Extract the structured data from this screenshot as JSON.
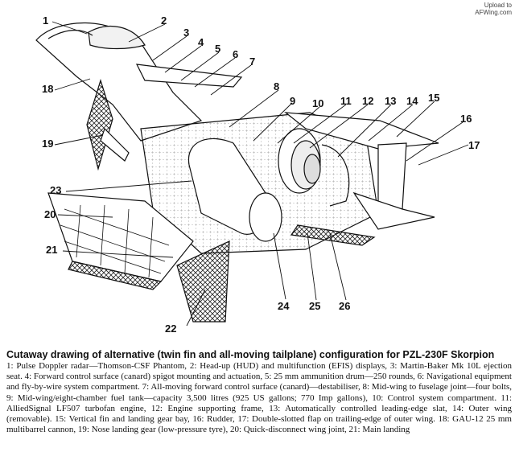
{
  "watermark": {
    "line1": "Upload to",
    "line2": "AFWing.com"
  },
  "diagram": {
    "callouts": [
      "1",
      "2",
      "3",
      "4",
      "5",
      "6",
      "7",
      "8",
      "9",
      "10",
      "11",
      "12",
      "13",
      "14",
      "15",
      "16",
      "17",
      "18",
      "19",
      "20",
      "21",
      "22",
      "23",
      "24",
      "25",
      "26"
    ]
  },
  "caption": {
    "title": "Cutaway drawing of alternative (twin fin and all-moving tailplane) configuration for PZL-230F Skorpion",
    "body": "1: Pulse Doppler radar—Thomson-CSF Phantom, 2: Head-up (HUD) and multifunction (EFIS) displays, 3: Martin-Baker Mk 10L ejection seat. 4: Forward control surface (canard) spigot mounting and actuation, 5: 25 mm ammunition drum—250 rounds, 6: Navigational equipment and fly-by-wire system compartment. 7: All-moving forward control surface (canard)—destabiliser, 8: Mid-wing to fuselage joint—four bolts, 9: Mid-wing/eight-chamber fuel tank—capacity 3,500 litres (925 US gallons; 770 Imp gallons), 10: Control system compartment. 11: AlliedSignal LF507 turbofan engine, 12: Engine supporting frame, 13: Automatically controlled leading-edge slat, 14: Outer wing (removable). 15: Vertical fin and landing gear bay, 16: Rudder, 17: Double-slotted flap on trailing-edge of outer wing. 18: GAU-12 25 mm multibarrel cannon, 19: Nose landing gear (low-pressure tyre), 20: Quick-disconnect wing joint, 21: Main landing"
  }
}
